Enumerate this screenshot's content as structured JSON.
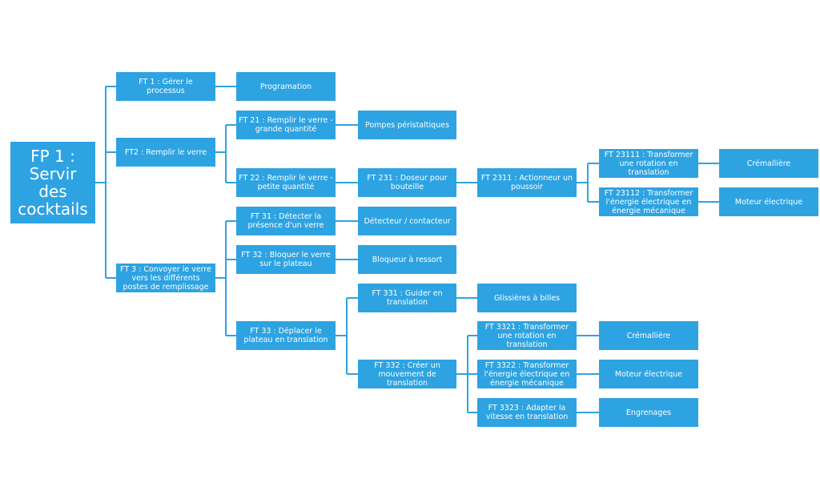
{
  "colors": {
    "node_fill": "#2ea3e2",
    "node_text": "#ffffff",
    "connector": "#2ea3e2",
    "background": "#ffffff"
  },
  "nodes": {
    "fp1": "FP 1 : Servir des cocktails",
    "ft1": "FT 1 : Gérer le processus",
    "programation": "Programation",
    "ft2": "FT2 : Remplir le verre",
    "ft21": "FT 21 : Remplir le verre - grande quantité",
    "pompes": "Pompes péristaltiques",
    "ft22": "FT 22 : Remplir le verre - petite quantité",
    "ft231": "FT 231 : Doseur pour bouteille",
    "ft2311": "FT 2311 : Actionneur un poussoir",
    "ft23111": "FT 23111 : Transformer une rotation en translation",
    "cremaillere1": "Crémallière",
    "ft23112": "FT 23112 : Transformer l'énergie électrique en énergie mécanique",
    "moteur1": "Moteur électrique",
    "ft3": "FT 3 : Convoyer le verre vers les différents postes de remplissage",
    "ft31": "FT 31 : Détecter la présence d'un verre",
    "detecteur": "Détecteur / contacteur",
    "ft32": "FT 32 : Bloquer le verre sur le plateau",
    "bloqueur": "Bloqueur à ressort",
    "ft33": "FT 33 : Déplacer le plateau en translation",
    "ft331": "FT 331 : Guider en translation",
    "glissieres": "Glissières à billes",
    "ft332": "FT 332 : Créer un mouvement de translation",
    "ft3321": "FT 3321 : Transformer une rotation en translation",
    "cremaillere2": "Crémallière",
    "ft3322": "FT 3322 : Transformer l'énergie électrique en énergie mécanique",
    "moteur2": "Moteur électrique",
    "ft3323": "FT 3323 : Adapter la vitesse en translation",
    "engrenages": "Engrenages"
  }
}
